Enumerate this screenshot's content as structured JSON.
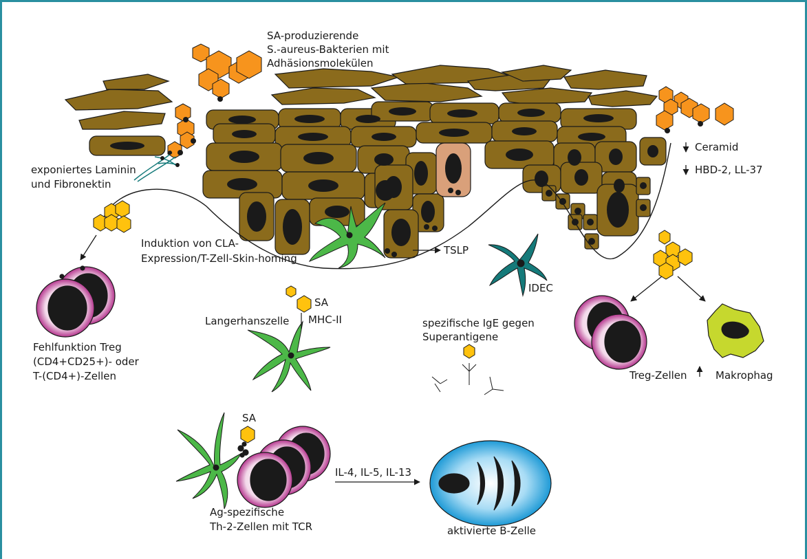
{
  "labels": {
    "sa_bacteria_1": "SA-produzierende",
    "sa_bacteria_2": "S.-aureus-Bakterien mit",
    "sa_bacteria_3": "Adhäsionsmolekülen",
    "laminin_1": "exponiertes Laminin",
    "laminin_2": "und Fibronektin",
    "ceramid": "Ceramid",
    "hbd": "HBD-2, LL-37",
    "induktion_1": "Induktion von CLA-",
    "induktion_2": "Expression/T-Zell-Skin-homing",
    "tslp": "TSLP",
    "idec": "IDEC",
    "sa_top": "SA",
    "mhc": "MHC-II",
    "langerhans": "Langerhanszelle",
    "ige_1": "spezifische IgE gegen",
    "ige_2": "Superantigene",
    "fehl_1": "Fehlfunktion Treg",
    "fehl_2": "(CD4+CD25+)- oder",
    "fehl_3": "T-(CD4+)-Zellen",
    "treg": "Treg-Zellen",
    "makrophag": "Makrophag",
    "sa_bottom": "SA",
    "il": "IL-4, IL-5, IL-13",
    "th2_1": "Ag-spezifische",
    "th2_2": "Th-2-Zellen mit TCR",
    "bcell": "aktivierte B-Zelle"
  },
  "colors": {
    "frame": "#2a8fa0",
    "cell_brown": "#8b6b1c",
    "bacteria_orange": "#f7941d",
    "sa_yellow": "#ffc20e",
    "dendritic_green": "#4cb848",
    "idec_teal": "#157a7a",
    "lymphocyte_pink": "#b5368e",
    "macrophage_lime": "#c6d82e",
    "bcell_blue": "#3ab0e8"
  }
}
